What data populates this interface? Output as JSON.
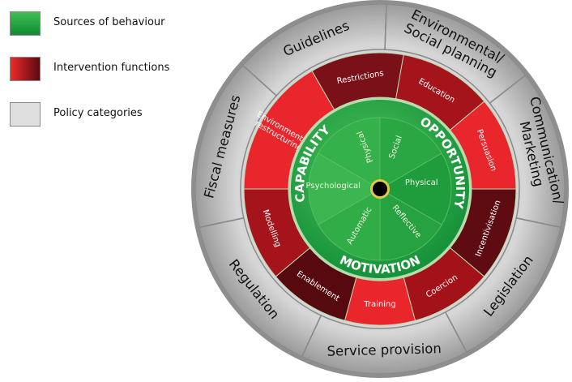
{
  "legend": {
    "items": [
      {
        "key": "sources",
        "label": "Sources of behaviour",
        "color": "#22a043"
      },
      {
        "key": "interventions",
        "label": "Intervention functions",
        "color": "#c4161c"
      },
      {
        "key": "policy",
        "label": "Policy categories",
        "color": "#dedede"
      }
    ]
  },
  "wheel": {
    "policy_categories": [
      "Guidelines",
      "Environmental/ Social planning",
      "Communication/ Marketing",
      "Legislation",
      "Service provision",
      "Regulation",
      "Fiscal measures"
    ],
    "intervention_functions": [
      "Restrictions",
      "Education",
      "Persuasion",
      "Incentivisation",
      "Coercion",
      "Training",
      "Enablement",
      "Modelling",
      "Environmental restructuring"
    ],
    "sources": {
      "capability": "CAPABILITY",
      "opportunity": "OPPORTUNITY",
      "motivation": "MOTIVATION"
    },
    "sub_components": [
      "Physical",
      "Social",
      "Physical",
      "Reflective",
      "Automatic",
      "Psychological"
    ]
  }
}
